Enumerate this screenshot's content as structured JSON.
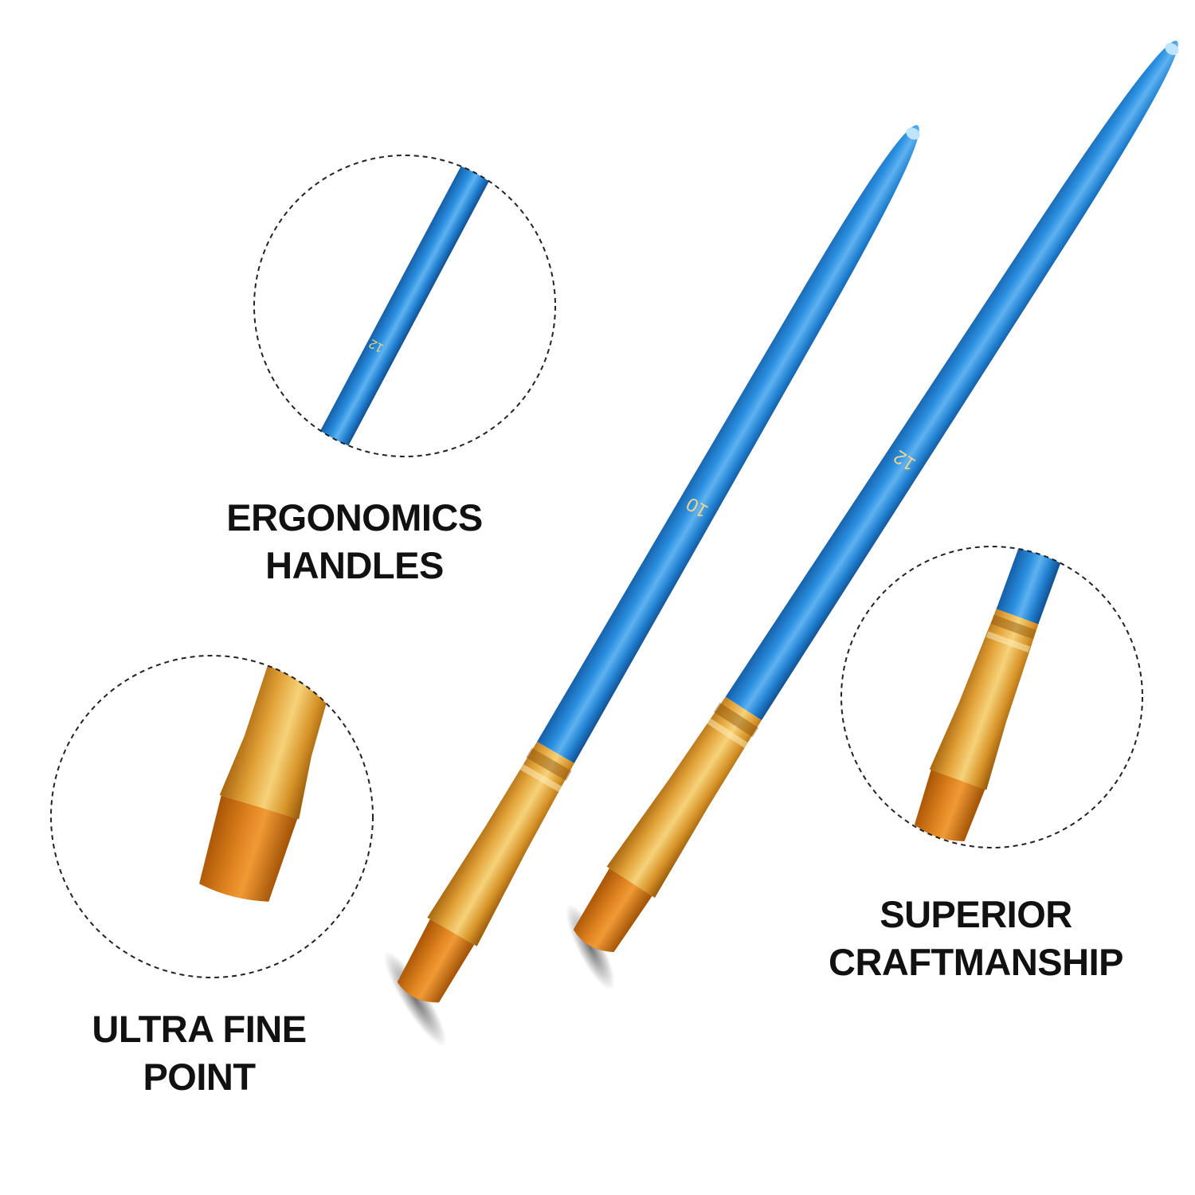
{
  "callouts": {
    "ergonomics": {
      "line1": "ERGONOMICS",
      "line2": "HANDLES"
    },
    "ultra_fine": {
      "line1": "ULTRA FINE",
      "line2": "POINT"
    },
    "superior": {
      "line1": "SUPERIOR",
      "line2": "CRAFTMANSHIP"
    }
  },
  "brushes": {
    "left_size": "10",
    "right_size": "12",
    "zoom_handle_size": "12"
  },
  "colors": {
    "handle_blue": "#1f7fd0",
    "ferrule_gold": "#d99a2b",
    "bristle_orange": "#c96a10",
    "caption_text": "#111111",
    "dashed_circle": "#222222"
  }
}
